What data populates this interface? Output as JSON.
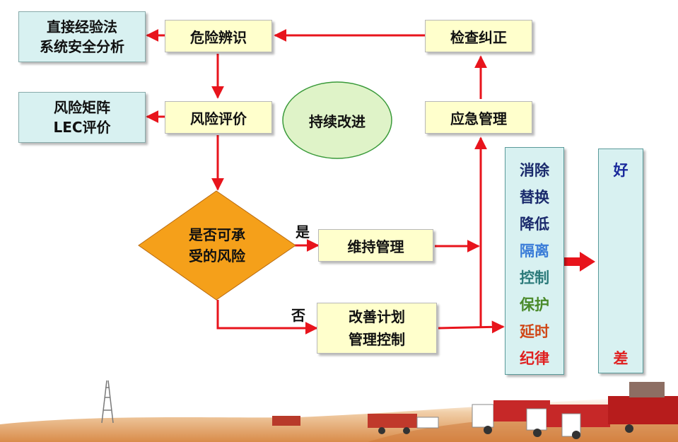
{
  "nodes": {
    "direct_method": {
      "line1": "直接经验法",
      "line2": "系统安全分析"
    },
    "hazard_id": "危险辨识",
    "check_correct": "检查纠正",
    "risk_matrix": {
      "line1": "风险矩阵",
      "line2": "LEC评价"
    },
    "risk_eval": "风险评价",
    "continuous": "持续改进",
    "emergency": "应急管理",
    "decision": {
      "line1": "是否可承",
      "line2": "受的风险"
    },
    "yes_label": "是",
    "no_label": "否",
    "maintain": "维持管理",
    "improve": {
      "line1": "改善计划",
      "line2": "管理控制"
    }
  },
  "controls": [
    {
      "text": "消除",
      "color": "#1a2a6c"
    },
    {
      "text": "替换",
      "color": "#1a2a6c"
    },
    {
      "text": "降低",
      "color": "#1a2a6c"
    },
    {
      "text": "隔离",
      "color": "#3b7dd8"
    },
    {
      "text": "控制",
      "color": "#2b7a7a"
    },
    {
      "text": "保护",
      "color": "#4a8a2a"
    },
    {
      "text": "延时",
      "color": "#d04818"
    },
    {
      "text": "纪律",
      "color": "#e02020"
    }
  ],
  "scale": {
    "top": {
      "text": "好",
      "color": "#1a2a9c"
    },
    "bottom": {
      "text": "差",
      "color": "#e02020"
    }
  },
  "colors": {
    "arrow": "#e8141c",
    "diamond": "#f5a01a",
    "ellipse": "#dff3c8"
  }
}
